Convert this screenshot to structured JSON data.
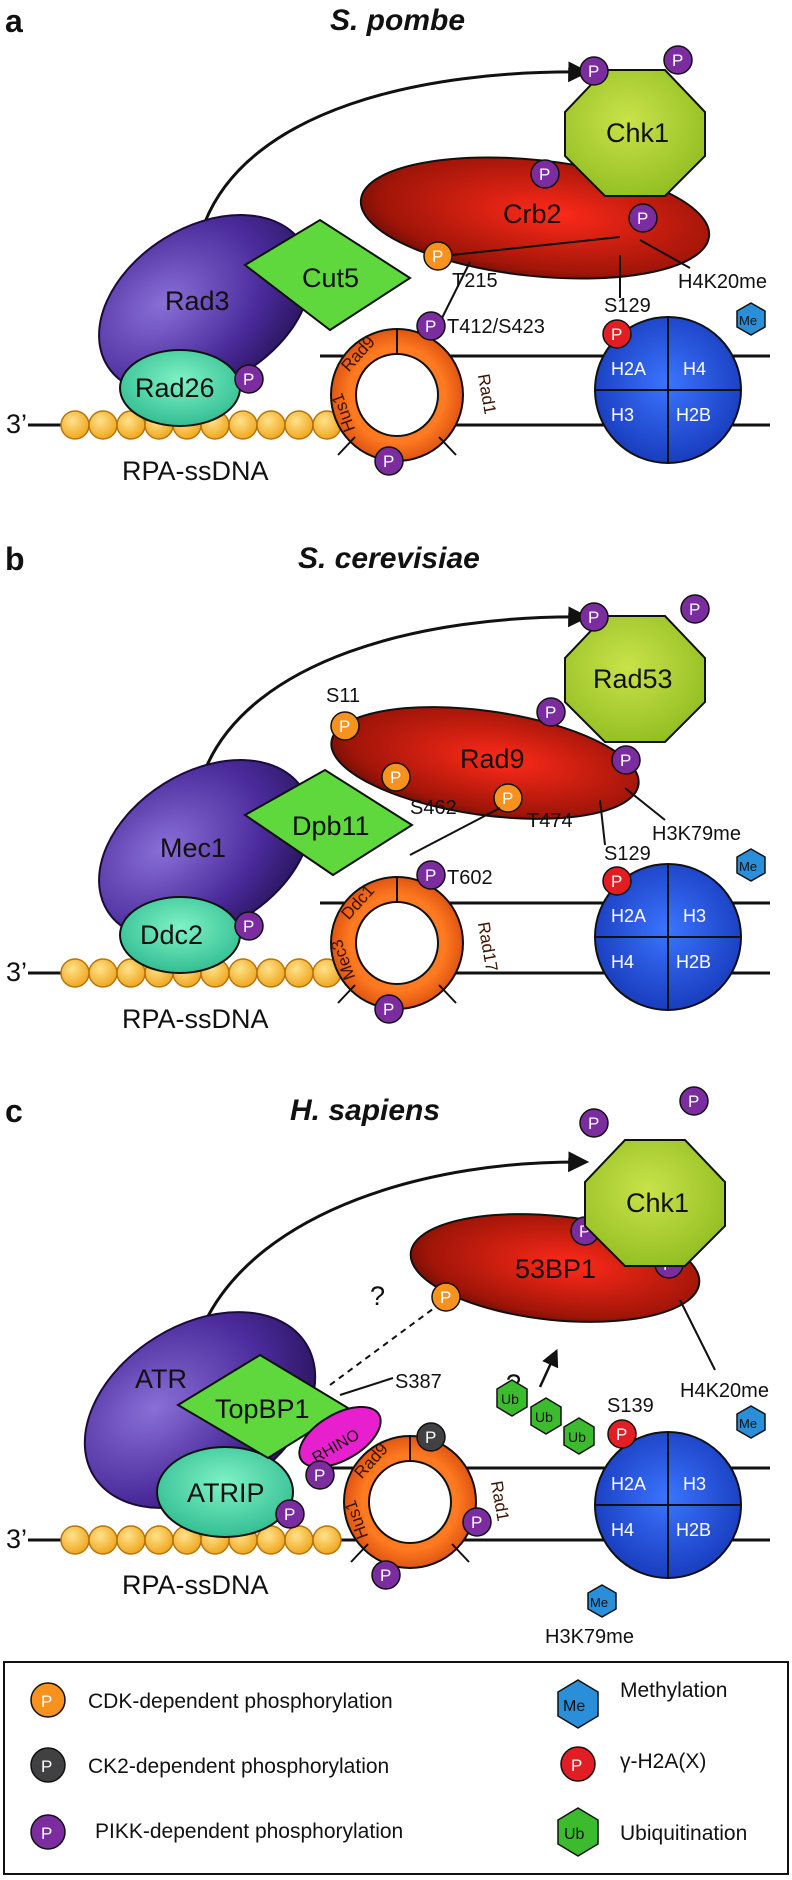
{
  "panels": [
    {
      "letter": "a",
      "title": "S. pombe",
      "kinase": "Rad3",
      "partner": "Rad26",
      "mediator": "Cut5",
      "adaptor": "Crb2",
      "effector": "Chk1",
      "clamp": [
        "Rad9",
        "Rad1",
        "Hus1"
      ],
      "sites": {
        "cdk": "T215",
        "pikk": "T412/S423",
        "h2a": "S129",
        "me": "H4K20me"
      },
      "histones": [
        "H2A",
        "H4",
        "H3",
        "H2B"
      ],
      "strand": "3’",
      "ssdna": "RPA-ssDNA"
    },
    {
      "letter": "b",
      "title": "S. cerevisiae",
      "kinase": "Mec1",
      "partner": "Ddc2",
      "mediator": "Dpb11",
      "adaptor": "Rad9",
      "effector": "Rad53",
      "clamp": [
        "Ddc1",
        "Rad17",
        "Mec3"
      ],
      "sites": {
        "s11": "S11",
        "s462": "S462",
        "t474": "T474",
        "t602": "T602",
        "h2a": "S129",
        "me": "H3K79me"
      },
      "histones": [
        "H2A",
        "H3",
        "H4",
        "H2B"
      ],
      "strand": "3’",
      "ssdna": "RPA-ssDNA"
    },
    {
      "letter": "c",
      "title": "H. sapiens",
      "kinase": "ATR",
      "partner": "ATRIP",
      "mediator": "TopBP1",
      "extra": "RHINO",
      "adaptor": "53BP1",
      "effector": "Chk1",
      "clamp": [
        "Rad9",
        "Rad1",
        "Hus1"
      ],
      "sites": {
        "s387": "S387",
        "h2a": "S139",
        "me": "H4K20me",
        "me2": "H3K79me"
      },
      "histones": [
        "H2A",
        "H3",
        "H4",
        "H2B"
      ],
      "question": "?",
      "ub": "Ub",
      "strand": "3’",
      "ssdna": "RPA-ssDNA"
    }
  ],
  "marks": {
    "p": "P",
    "me": "Me",
    "ub": "Ub"
  },
  "legend": [
    {
      "text": "CDK-dependent phosphorylation",
      "symbol": "P",
      "color": "#f7921e"
    },
    {
      "text": "CK2-dependent phosphorylation",
      "symbol": "P",
      "color": "#414042"
    },
    {
      "text": "PIKK-dependent phosphorylation",
      "symbol": "P",
      "color": "#7b2c9e"
    },
    {
      "text": "Methylation",
      "symbol": "Me",
      "color": "#2a8fd8"
    },
    {
      "text": "γ-H2A(X)",
      "symbol": "P",
      "color": "#e21d24"
    },
    {
      "text": "Ubiquitination",
      "symbol": "Ub",
      "color": "#3dbb2f"
    }
  ]
}
